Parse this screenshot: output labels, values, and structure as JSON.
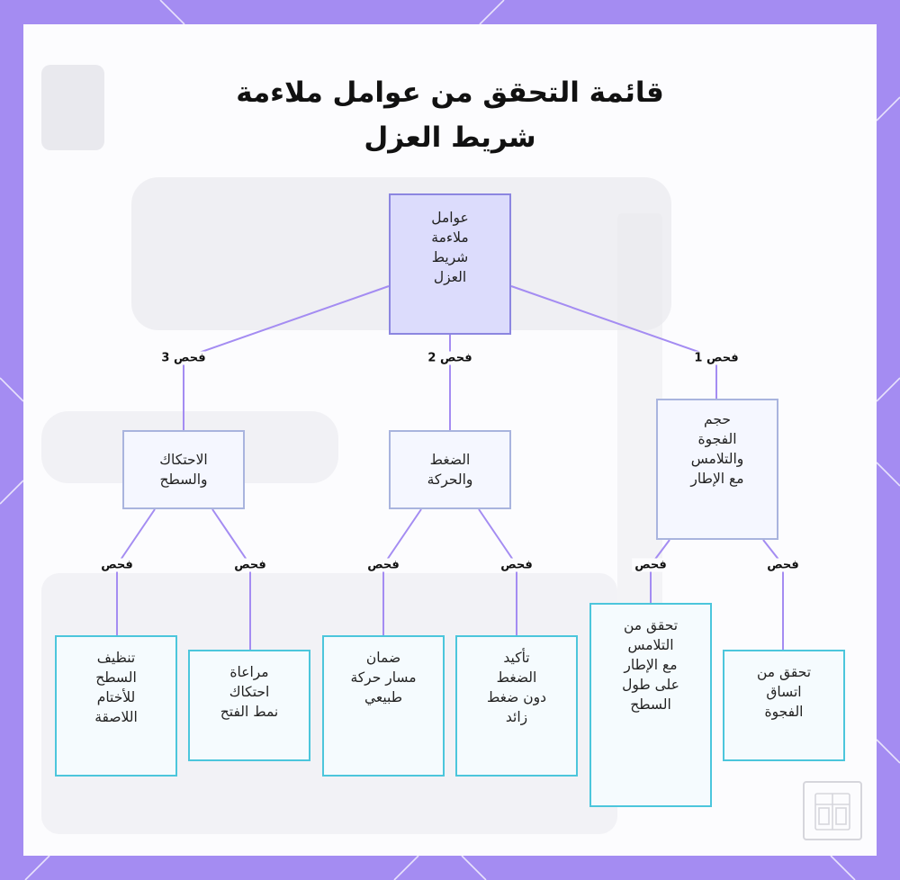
{
  "title": "قائمة التحقق من عوامل ملاءمة\nشريط العزل",
  "colors": {
    "frame": "#a48cf2",
    "edge": "#a48cf2",
    "root_fill": "#dcdcfc",
    "root_border": "#8c86e0",
    "mid_border": "#a9b4de",
    "leaf_border": "#4cc6dc"
  },
  "nodes": {
    "root": "عوامل\nملاءمة\nشريط\nالعزل",
    "gap": "حجم\nالفجوة\nوالتلامس\nمع الإطار",
    "compression": "الضغط\nوالحركة",
    "friction": "الاحتكاك\nوالسطح",
    "gap_consistency": "تحقق من\nاتساق\nالفجوة",
    "frame_contact": "تحقق من\nالتلامس\nمع الإطار\nعلى طول\nالسطح",
    "no_over_compression": "تأكيد\nالضغط\nدون ضغط\nزائد",
    "natural_path": "ضمان\nمسار حركة\nطبيعي",
    "opening_friction": "مراعاة\nاحتكاك\nنمط الفتح",
    "clean_surface": "تنظيف\nالسطح\nللأختام\nاللاصقة"
  },
  "edge_labels": {
    "check1": "فحص 1",
    "check2": "فحص 2",
    "check3": "فحص 3",
    "check": "فحص"
  }
}
